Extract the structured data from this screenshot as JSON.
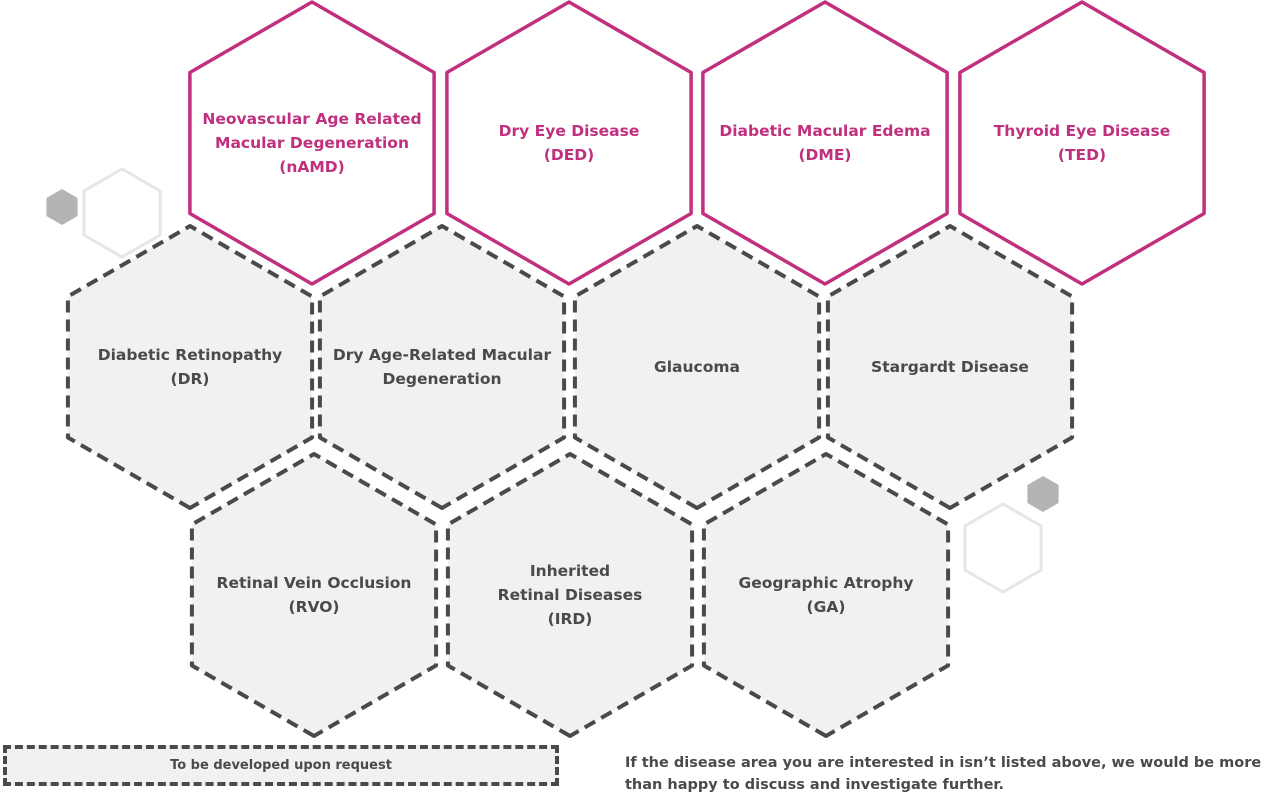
{
  "colors": {
    "available": "#c0307e",
    "requestable": "#4a4a4a",
    "requestable_fill": "#f1f1f1",
    "decor_gray": "#b4b4b4",
    "decor_outline": "#e6e6e6"
  },
  "available_diseases": [
    {
      "lines": [
        "Neovascular Age Related",
        "Macular Degeneration",
        "(nAMD)"
      ]
    },
    {
      "lines": [
        "Dry Eye Disease",
        "(DED)"
      ]
    },
    {
      "lines": [
        "Diabetic Macular Edema",
        "(DME)"
      ]
    },
    {
      "lines": [
        "Thyroid Eye Disease",
        "(TED)"
      ]
    }
  ],
  "requestable_diseases": [
    {
      "lines": [
        "Diabetic Retinopathy",
        "(DR)"
      ]
    },
    {
      "lines": [
        "Dry Age-Related Macular",
        "Degeneration"
      ]
    },
    {
      "lines": [
        "Glaucoma"
      ]
    },
    {
      "lines": [
        "Stargardt Disease"
      ]
    },
    {
      "lines": [
        "Retinal Vein Occlusion",
        "(RVO)"
      ]
    },
    {
      "lines": [
        "Inherited",
        "Retinal Diseases",
        "(IRD)"
      ]
    },
    {
      "lines": [
        "Geographic Atrophy",
        "(GA)"
      ]
    }
  ],
  "legend": {
    "label": "To be developed upon request"
  },
  "footer_note": "If the disease area you are interested in isn’t listed above, we would be more than happy to discuss and investigate further."
}
